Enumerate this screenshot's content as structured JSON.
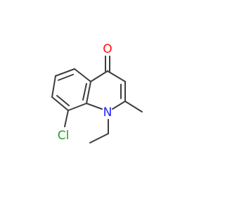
{
  "molecule": {
    "atoms": {
      "oxygen": {
        "label": "O",
        "color": "#ff0d0d"
      },
      "nitrogen": {
        "label": "N",
        "color": "#2020ff"
      },
      "chlorine": {
        "label": "Cl",
        "color": "#1fa01f"
      }
    },
    "bond_color": "#3d3d3d"
  }
}
